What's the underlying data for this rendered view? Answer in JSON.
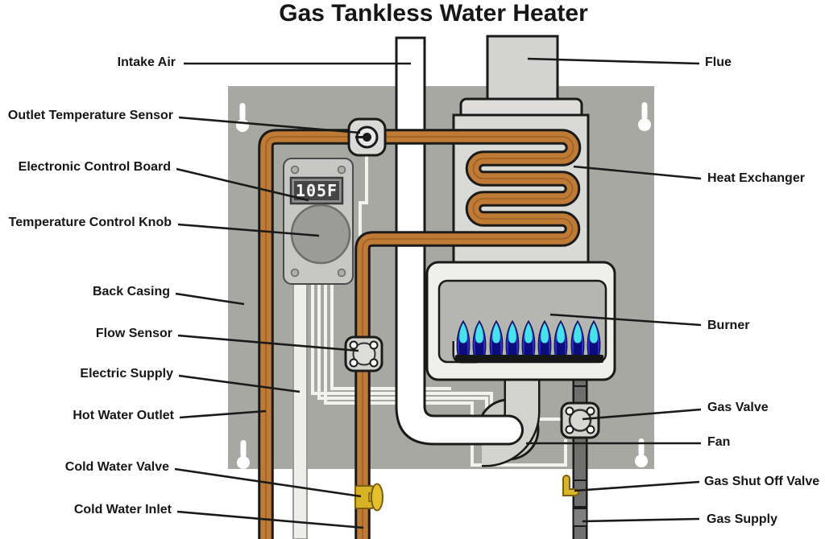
{
  "title": "Gas Tankless Water Heater",
  "display": {
    "reading": "105F"
  },
  "labels": {
    "left": [
      "Intake Air",
      "Outlet Temperature Sensor",
      "Electronic Control Board",
      "Temperature Control Knob",
      "Back Casing",
      "Flow Sensor",
      "Electric Supply",
      "Hot Water Outlet",
      "Cold Water Valve",
      "Cold Water Inlet"
    ],
    "right": [
      "Flue",
      "Heat Exchanger",
      "Burner",
      "Gas Valve",
      "Fan",
      "Gas Shut Off Valve",
      "Gas Supply"
    ]
  },
  "burner": {
    "flame_count": 9
  },
  "colors": {
    "copper": "#bf7a35",
    "casing_gray": "#a8a8a3",
    "heat_exchanger_gray": "#d9d9d6",
    "flame_blue": "#2733cb",
    "flame_cyan": "#46e4ea",
    "flame_navy": "#0c0c7e",
    "valve_yellow": "#d7b324",
    "gas_pipe_gray": "#6f6f6d",
    "wire_white": "#f2f2f0"
  }
}
